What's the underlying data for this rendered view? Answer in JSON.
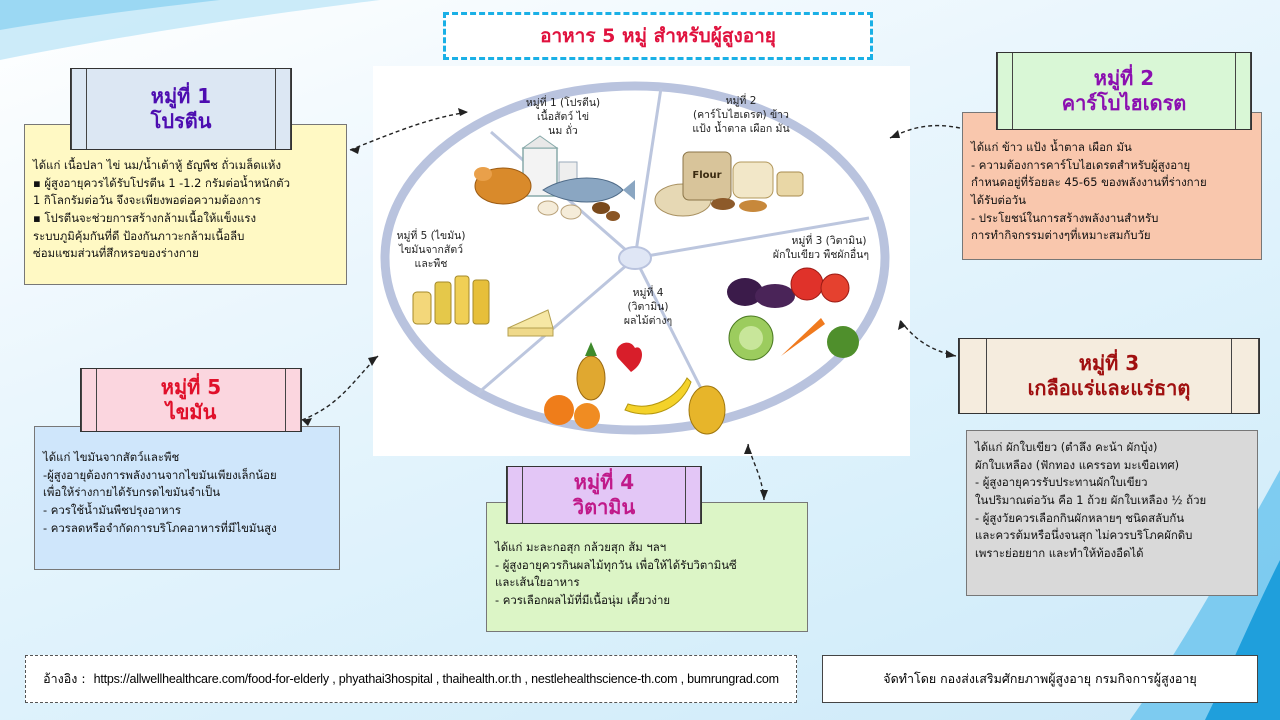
{
  "title": "อาหาร 5 หมู่ สำหรับผู้สูงอายุ",
  "colors": {
    "title_text": "#e0123e",
    "group1_header_text": "#4d0db0",
    "group2_header_text": "#8b0fb0",
    "group3_header_text": "#a01010",
    "group4_header_text": "#c01a8a",
    "group5_header_text": "#e0102a"
  },
  "wheel": {
    "group1": [
      "หมู่ที่ 1 (โปรตีน)",
      "เนื้อสัตว์ ไข่",
      "นม ถั่ว"
    ],
    "group2": [
      "หมู่ที่ 2",
      "(คาร์โบไฮเดรต) ข้าว",
      "แป้ง น้ำตาล เผือก มัน"
    ],
    "group3": [
      "หมู่ที่ 3 (วิตามิน)",
      "ผักใบเขียว พืชผักอื่นๆ"
    ],
    "group4": [
      "หมู่ที่ 4",
      "(วิตามิน)",
      "ผลไม้ต่างๆ"
    ],
    "group5": [
      "หมู่ที่ 5 (ไขมัน)",
      "ไขมันจากสัตว์",
      "และพืช"
    ],
    "flour_label": "Flour"
  },
  "groups": {
    "g1": {
      "header": [
        "หมู่ที่ 1",
        "โปรตีน"
      ],
      "lines": [
        "ได้แก่ เนื้อปลา ไข่ นม/น้ำเต้าหู้ ธัญพืช ถั่วเมล็ดแห้ง",
        "▪ ผู้สูงอายุควรได้รับโปรตีน 1 -1.2 กรัมต่อน้ำหนักตัว",
        "1 กิโลกรัมต่อวัน จึงจะเพียงพอต่อความต้องการ",
        "▪ โปรตีนจะช่วยการสร้างกล้ามเนื้อให้แข็งแรง",
        "ระบบภูมิคุ้มกันที่ดี ป้องกันภาวะกล้ามเนื้อลีบ",
        "ซ่อมแซมส่วนที่สึกหรอของร่างกาย"
      ]
    },
    "g2": {
      "header": [
        "หมู่ที่ 2",
        "คาร์โบไฮเดรต"
      ],
      "lines": [
        "ได้แก่ ข้าว แป้ง น้ำตาล เผือก มัน",
        "- ความต้องการคาร์โบไฮเดรตสำหรับผู้สูงอายุ",
        "กำหนดอยู่ที่ร้อยละ 45-65 ของพลังงานที่ร่างกาย",
        "ได้รับต่อวัน",
        "- ประโยชน์ในการสร้างพลังงานสำหรับ",
        "การทำกิจกรรมต่างๆที่เหมาะสมกับวัย"
      ]
    },
    "g3": {
      "header": [
        "หมู่ที่ 3",
        "เกลือแร่และแร่ธาตุ"
      ],
      "lines": [
        "ได้แก่ ผักใบเขียว (ตำลึง คะน้า ผักบุ้ง)",
        "ผักใบเหลือง (ฟักทอง แครรอท มะเขือเทศ)",
        "- ผู้สูงอายุควรรับประทานผักใบเขียว",
        "ในปริมาณต่อวัน คือ 1 ถ้วย ผักใบเหลือง ½ ถ้วย",
        "- ผู้สูงวัยควรเลือกกินผักหลายๆ ชนิดสลับกัน",
        "และควรต้มหรือนึ่งจนสุก ไม่ควรบริโภคผักดิบ",
        "เพราะย่อยยาก และทำให้ท้องอืดได้"
      ]
    },
    "g4": {
      "header": [
        "หมู่ที่ 4",
        "วิตามิน"
      ],
      "lines": [
        "ได้แก่ มะละกอสุก กล้วยสุก ส้ม ฯลฯ",
        "- ผู้สูงอายุควรกินผลไม้ทุกวัน เพื่อให้ได้รับวิตามินซี",
        "และเส้นใยอาหาร",
        "- ควรเลือกผลไม้ที่มีเนื้อนุ่ม เคี้ยวง่าย"
      ]
    },
    "g5": {
      "header": [
        "หมู่ที่ 5",
        "ไขมัน"
      ],
      "lines": [
        "ได้แก่ ไขมันจากสัตว์และพืช",
        "-ผู้สูงอายุต้องการพลังงานจากไขมันเพียงเล็กน้อย",
        "เพื่อให้ร่างกายได้รับกรดไขมันจำเป็น",
        "- ควรใช้น้ำมันพืชปรุงอาหาร",
        "- ควรลดหรือจำกัดการบริโภคอาหารที่มีไขมันสูง"
      ]
    }
  },
  "reference": {
    "label": "อ้างอิง :",
    "urls": "https://allwellhealthcare.com/food-for-elderly , phyathai3hospital , thaihealth.or.th , nestlehealthscience-th.com , bumrungrad.com"
  },
  "organizer": "จัดทำโดย กองส่งเสริมศักยภาพผู้สูงอายุ กรมกิจการผู้สูงอายุ"
}
